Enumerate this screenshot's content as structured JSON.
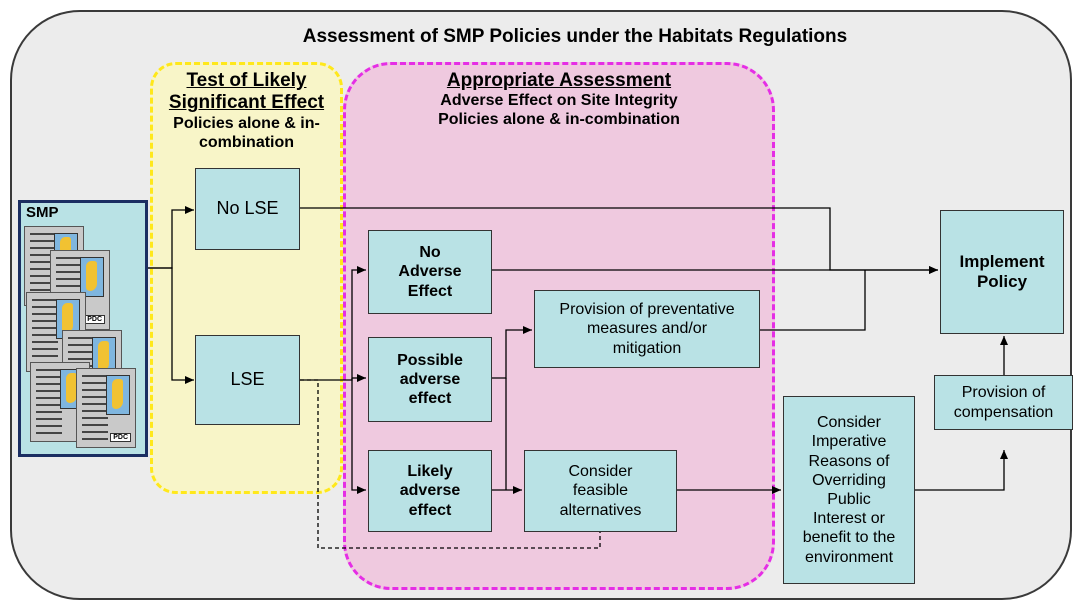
{
  "title": "Assessment of SMP Policies under the Habitats Regulations",
  "tle": {
    "heading_line1": "Test of Likely",
    "heading_line2": "Significant Effect",
    "sub_line1": "Policies alone & in-",
    "sub_line2": "combination"
  },
  "aa": {
    "heading": "Appropriate Assessment",
    "sub_line1": "Adverse Effect on Site Integrity",
    "sub_line2": "Policies alone & in-combination"
  },
  "smp": {
    "label": "SMP",
    "doc_tag": "PDC"
  },
  "boxes": {
    "no_lse": "No LSE",
    "lse": "LSE",
    "no_adverse": [
      "No",
      "Adverse",
      "Effect"
    ],
    "possible_adverse": [
      "Possible",
      "adverse",
      "effect"
    ],
    "likely_adverse": [
      "Likely",
      "adverse",
      "effect"
    ],
    "preventative": [
      "Provision of preventative",
      "measures and/or",
      "mitigation"
    ],
    "alternatives": [
      "Consider",
      "feasible",
      "alternatives"
    ],
    "iropi": [
      "Consider",
      "Imperative",
      "Reasons of",
      "Overriding",
      "Public",
      "Interest or",
      "benefit to the",
      "environment"
    ],
    "compensation": [
      "Provision of",
      "compensation"
    ],
    "implement": [
      "Implement",
      "Policy"
    ]
  },
  "colors": {
    "background": "#ececec",
    "box_fill": "#b9e2e5",
    "tle_fill": "#f8f5c8",
    "tle_border": "#ffe81a",
    "aa_fill": "#efc9df",
    "aa_border": "#e52ee5",
    "smp_border": "#1b2e62"
  }
}
